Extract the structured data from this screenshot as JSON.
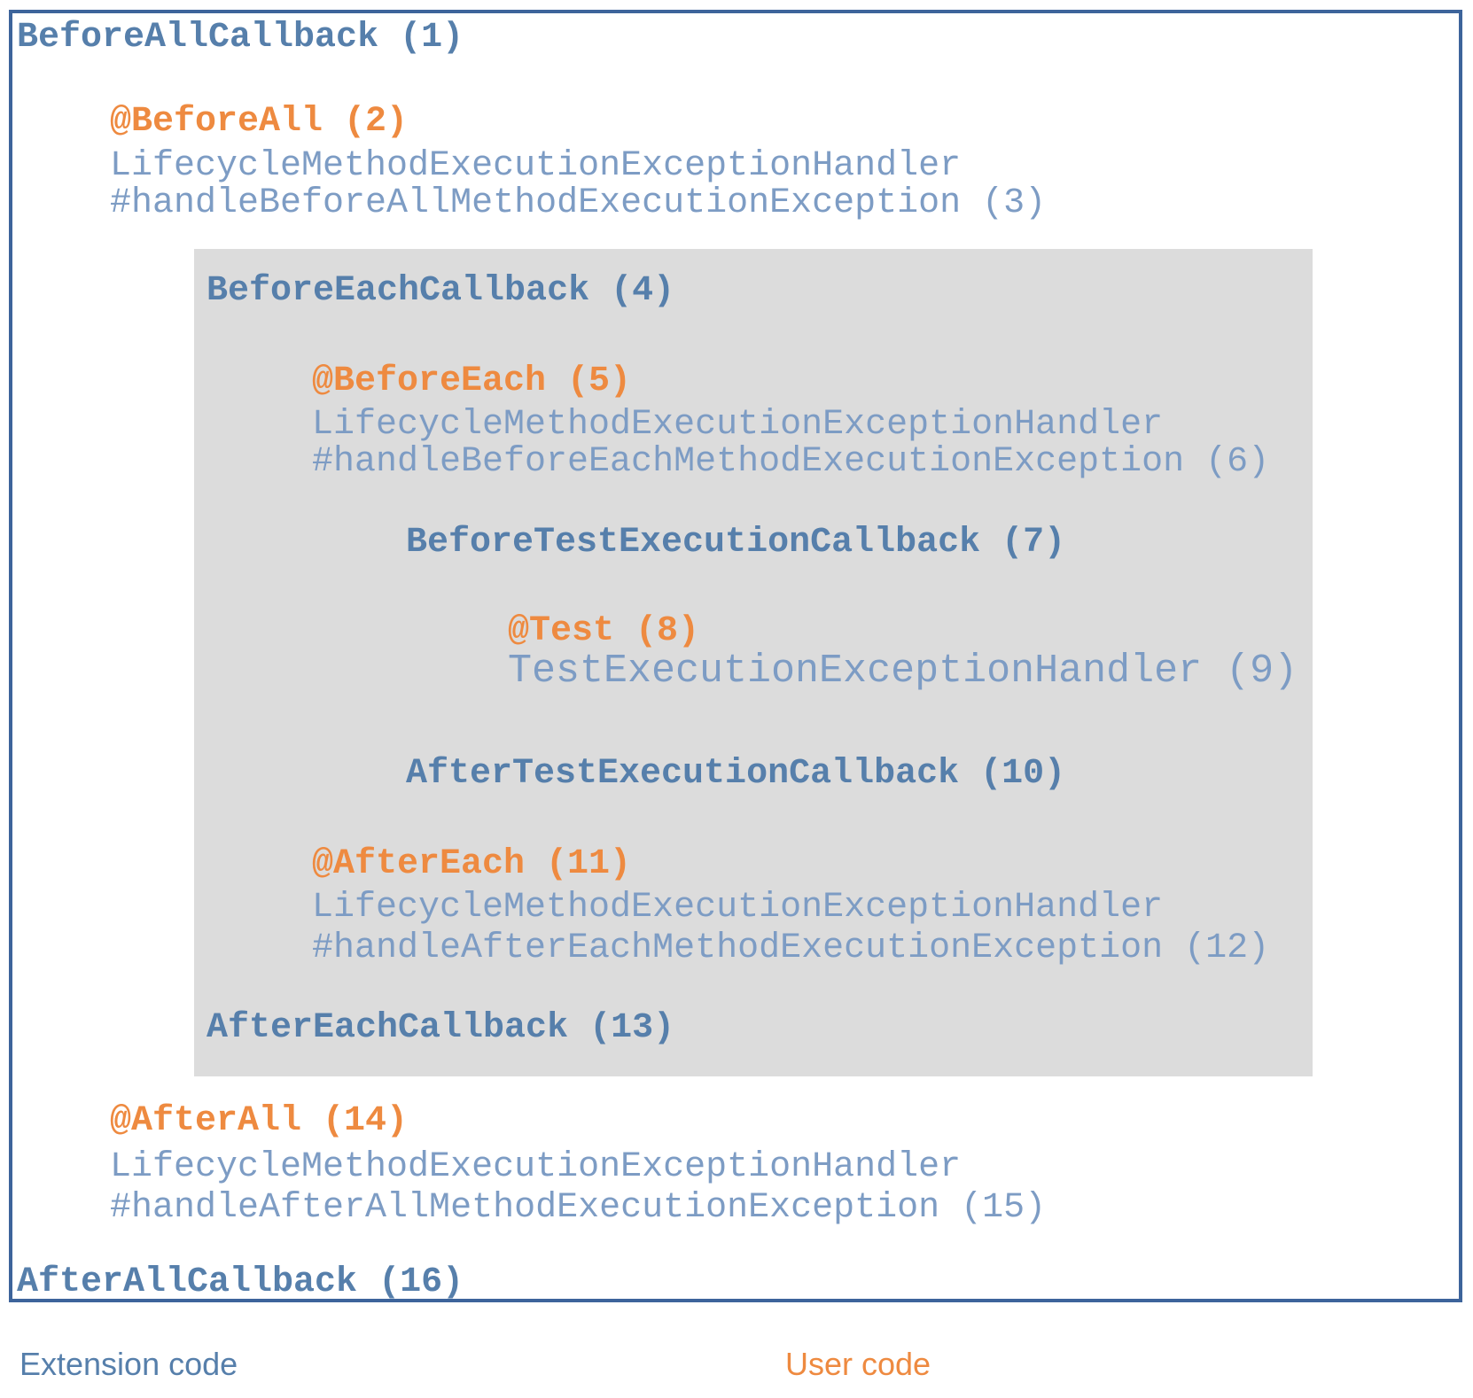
{
  "colors": {
    "border-blue": "#3d649b",
    "header-blue": "#567fab",
    "body-blue": "#7d9cc4",
    "accent-orange": "#ee8a40",
    "panel-gray": "#dcdcdc",
    "page-bg": "#ffffff"
  },
  "diagram": {
    "lines": [
      {
        "text": "BeforeAllCallback (1)",
        "kind": "header",
        "indent": 0
      },
      {
        "text": "@BeforeAll (2)",
        "kind": "user",
        "indent": 1
      },
      {
        "text": "LifecycleMethodExecutionExceptionHandler",
        "kind": "handler",
        "indent": 1
      },
      {
        "text": "#handleBeforeAllMethodExecutionException (3)",
        "kind": "handler",
        "indent": 1
      },
      {
        "text": "BeforeEachCallback (4)",
        "kind": "header",
        "indent": 2
      },
      {
        "text": "@BeforeEach (5)",
        "kind": "user",
        "indent": 3
      },
      {
        "text": "LifecycleMethodExecutionExceptionHandler",
        "kind": "handler",
        "indent": 3
      },
      {
        "text": "#handleBeforeEachMethodExecutionException (6)",
        "kind": "handler",
        "indent": 3
      },
      {
        "text": "BeforeTestExecutionCallback (7)",
        "kind": "header",
        "indent": 4
      },
      {
        "text": "@Test (8)",
        "kind": "user",
        "indent": 5
      },
      {
        "text": "TestExecutionExceptionHandler (9)",
        "kind": "handler-large",
        "indent": 5
      },
      {
        "text": "AfterTestExecutionCallback (10)",
        "kind": "header",
        "indent": 4
      },
      {
        "text": "@AfterEach (11)",
        "kind": "user",
        "indent": 3
      },
      {
        "text": "LifecycleMethodExecutionExceptionHandler",
        "kind": "handler",
        "indent": 3
      },
      {
        "text": "#handleAfterEachMethodExecutionException (12)",
        "kind": "handler",
        "indent": 3
      },
      {
        "text": "AfterEachCallback (13)",
        "kind": "header",
        "indent": 2
      },
      {
        "text": "@AfterAll (14)",
        "kind": "user",
        "indent": 1
      },
      {
        "text": "LifecycleMethodExecutionExceptionHandler",
        "kind": "handler",
        "indent": 1
      },
      {
        "text": "#handleAfterAllMethodExecutionException (15)",
        "kind": "handler",
        "indent": 1
      },
      {
        "text": "AfterAllCallback (16)",
        "kind": "header",
        "indent": 0
      }
    ]
  },
  "legend": {
    "extension_label": "Extension code",
    "user_label": "User code"
  }
}
